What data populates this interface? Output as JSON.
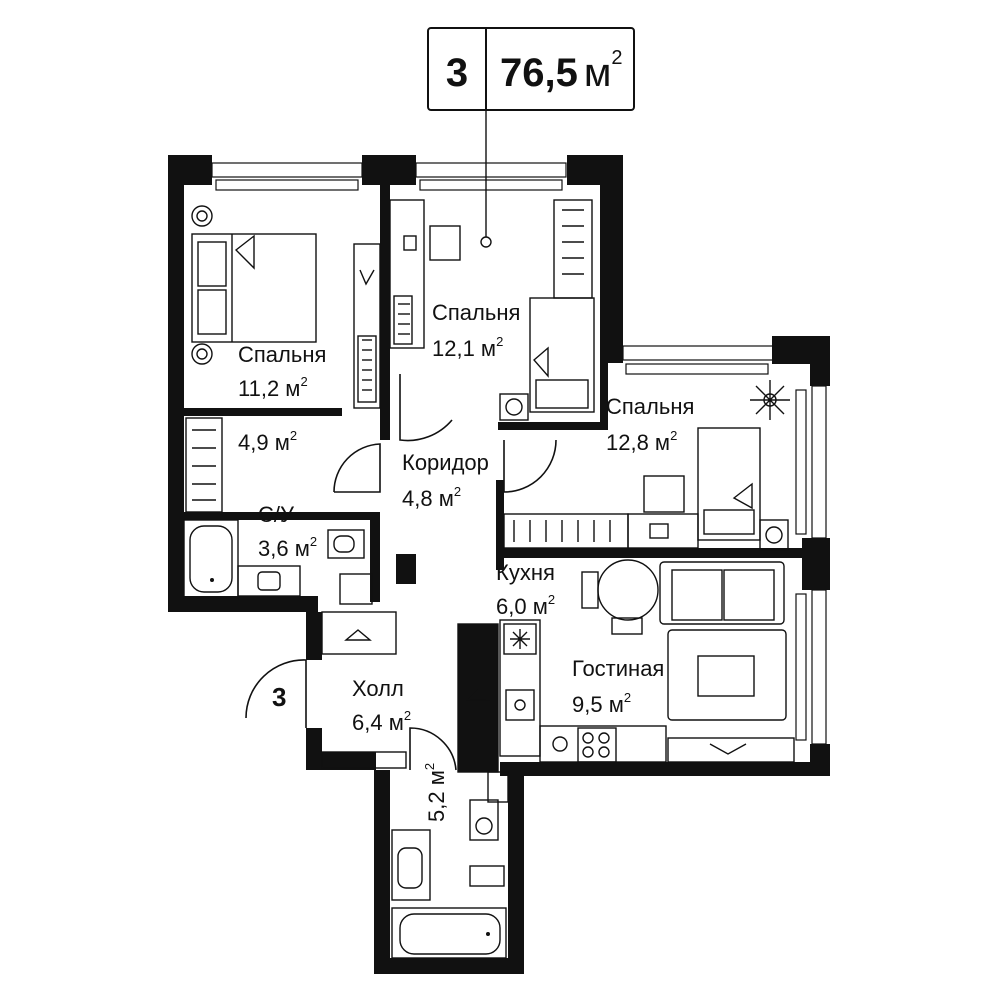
{
  "apartment": {
    "rooms_count": "3",
    "total_area": "76,5",
    "unit": "м",
    "unit_power": "2"
  },
  "entrance_marker": "3",
  "rooms": [
    {
      "id": "bedroom1",
      "name": "Спальня",
      "area": "11,2 м",
      "sup": "2"
    },
    {
      "id": "bedroom2",
      "name": "Спальня",
      "area": "12,1 м",
      "sup": "2"
    },
    {
      "id": "bedroom3",
      "name": "Спальня",
      "area": "12,8 м",
      "sup": "2"
    },
    {
      "id": "wardrobe",
      "name": "",
      "area": "4,9 м",
      "sup": "2"
    },
    {
      "id": "corridor",
      "name": "Коридор",
      "area": "4,8 м",
      "sup": "2"
    },
    {
      "id": "bathroom1",
      "name": "С/У",
      "area": "3,6 м",
      "sup": "2"
    },
    {
      "id": "kitchen",
      "name": "Кухня",
      "area": "6,0 м",
      "sup": "2"
    },
    {
      "id": "living",
      "name": "Гостиная",
      "area": "9,5 м",
      "sup": "2"
    },
    {
      "id": "hall",
      "name": "Холл",
      "area": "6,4 м",
      "sup": "2"
    },
    {
      "id": "bathroom2",
      "name": "",
      "area": "5,2 м",
      "sup": "2"
    }
  ]
}
